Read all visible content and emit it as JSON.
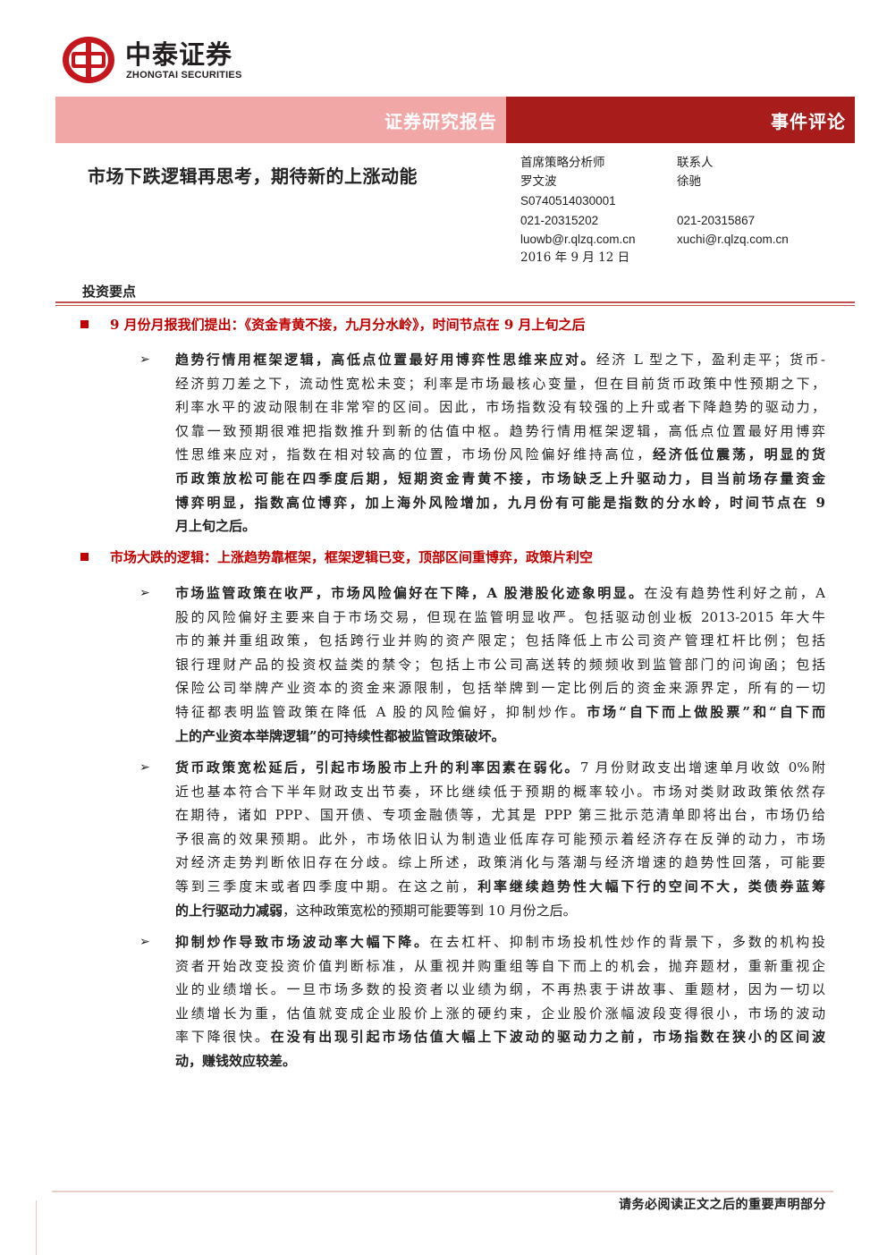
{
  "header": {
    "logo_cn": "中泰证券",
    "logo_en": "ZHONGTAI SECURITIES",
    "banner_left": "证券研究报告",
    "banner_right": "事件评论",
    "colors": {
      "banner_pink": "#f2a7a7",
      "banner_red": "#a91c1c",
      "accent": "#c00000"
    }
  },
  "report": {
    "title": "市场下跌逻辑再思考，期待新的上涨动能",
    "analyst": {
      "role": "首席策略分析师",
      "name": "罗文波",
      "cert": "S0740514030001",
      "phone": "021-20315202",
      "email": "luowb@r.qlzq.com.cn",
      "date": "2016 年 9 月 12 日"
    },
    "contact": {
      "role": "联系人",
      "name": "徐驰",
      "phone": "021-20315867",
      "email": "xuchi@r.qlzq.com.cn"
    }
  },
  "section": {
    "title": "投资要点",
    "headline1": "9 月份月报我们提出：《资金青黄不接，九月分水岭》，时间节点在 9 月上旬之后",
    "headline2": "市场大跌的逻辑：上涨趋势靠框架，框架逻辑已变，顶部区间重博弈，政策片利空",
    "bullet_symbol": "➢",
    "b1": {
      "l1a": "趋势行情用框架逻辑，高低点位置最好用博弈性思维来应对。",
      "l1b": "经济 L 型之下，盈利走平；货币-",
      "l2": "经济剪刀差之下，流动性宽松未变；利率是市场最核心变量，但在目前货币政策中性预期之下，",
      "l3": "利率水平的波动限制在非常窄的区间。因此，市场指数没有较强的上升或者下降趋势的驱动力，",
      "l4": "仅靠一致预期很难把指数推升到新的估值中枢。趋势行情用框架逻辑，高低点位置最好用博弈",
      "l5a": "性思维来应对，指数在相对较高的位置，市场份风险偏好维持高位，",
      "l5b": "经济低位震荡，明显的货",
      "l6": "币政策放松可能在四季度后期，短期资金青黄不接，市场缺乏上升驱动力，目当前场存量资金",
      "l7": "博弈明显，指数高位博弈，加上海外风险增加，九月份有可能是指数的分水岭，时间节点在 9",
      "l8": "月上旬之后。"
    },
    "b2": {
      "l1a": "市场监管政策在收严，市场风险偏好在下降，A 股港股化迹象明显。",
      "l1b": "在没有趋势性利好之前，A",
      "l2": "股的风险偏好主要来自于市场交易，但现在监管明显收严。包括驱动创业板 2013-2015 年大牛",
      "l3": "市的兼并重组政策，包括跨行业并购的资产限定；包括降低上市公司资产管理杠杆比例；包括",
      "l4": "银行理财产品的投资权益类的禁令；包括上市公司高送转的频频收到监管部门的问询函；包括",
      "l5": "保险公司举牌产业资本的资金来源限制，包括举牌到一定比例后的资金来源界定，所有的一切",
      "l6a": "特征都表明监管政策在降低 A 股的风险偏好，抑制炒作。",
      "l6b": "市场“自下而上做股票”和“自下而",
      "l7": "上的产业资本举牌逻辑”的可持续性都被监管政策破坏。"
    },
    "b3": {
      "l1a": "货币政策宽松延后，引起市场股市上升的利率因素在弱化。",
      "l1b": "7 月份财政支出增速单月收敛 0%附",
      "l2": "近也基本符合下半年财政支出节奏，环比继续低于预期的概率较小。市场对类财政政策依然存",
      "l3": "在期待，诸如 PPP、国开债、专项金融债等，尤其是 PPP 第三批示范清单即将出台，市场仍给",
      "l4": "予很高的效果预期。此外，市场依旧认为制造业低库存可能预示着经济存在反弹的动力，市场",
      "l5": "对经济走势判断依旧存在分歧。综上所述，政策消化与落潮与经济增速的趋势性回落，可能要",
      "l6a": "等到三季度末或者四季度中期。在这之前，",
      "l6b": "利率继续趋势性大幅下行的空间不大，类债券蓝筹",
      "l7a": "的上行驱动力减弱",
      "l7b": "，这种政策宽松的预期可能要等到 10 月份之后。"
    },
    "b4": {
      "l1a": "抑制炒作导致市场波动率大幅下降。",
      "l1b": "在去杠杆、抑制市场投机性炒作的背景下，多数的机构投",
      "l2": "资者开始改变投资价值判断标准，从重视并购重组等自下而上的机会，抛弃题材，重新重视企",
      "l3": "业的业绩增长。一旦市场多数的投资者以业绩为纲，不再热衷于讲故事、重题材，因为一切以",
      "l4": "业绩增长为重，估值就变成企业股价上涨的硬约束，企业股价涨幅波段变得很小，市场的波动",
      "l5a": "率下降很快。",
      "l5b": "在没有出现引起市场估值大幅上下波动的驱动力之前，市场指数在狭小的区间波",
      "l6": "动，赚钱效应较差。"
    }
  },
  "footer": {
    "notice": "请务必阅读正文之后的重要声明部分"
  }
}
